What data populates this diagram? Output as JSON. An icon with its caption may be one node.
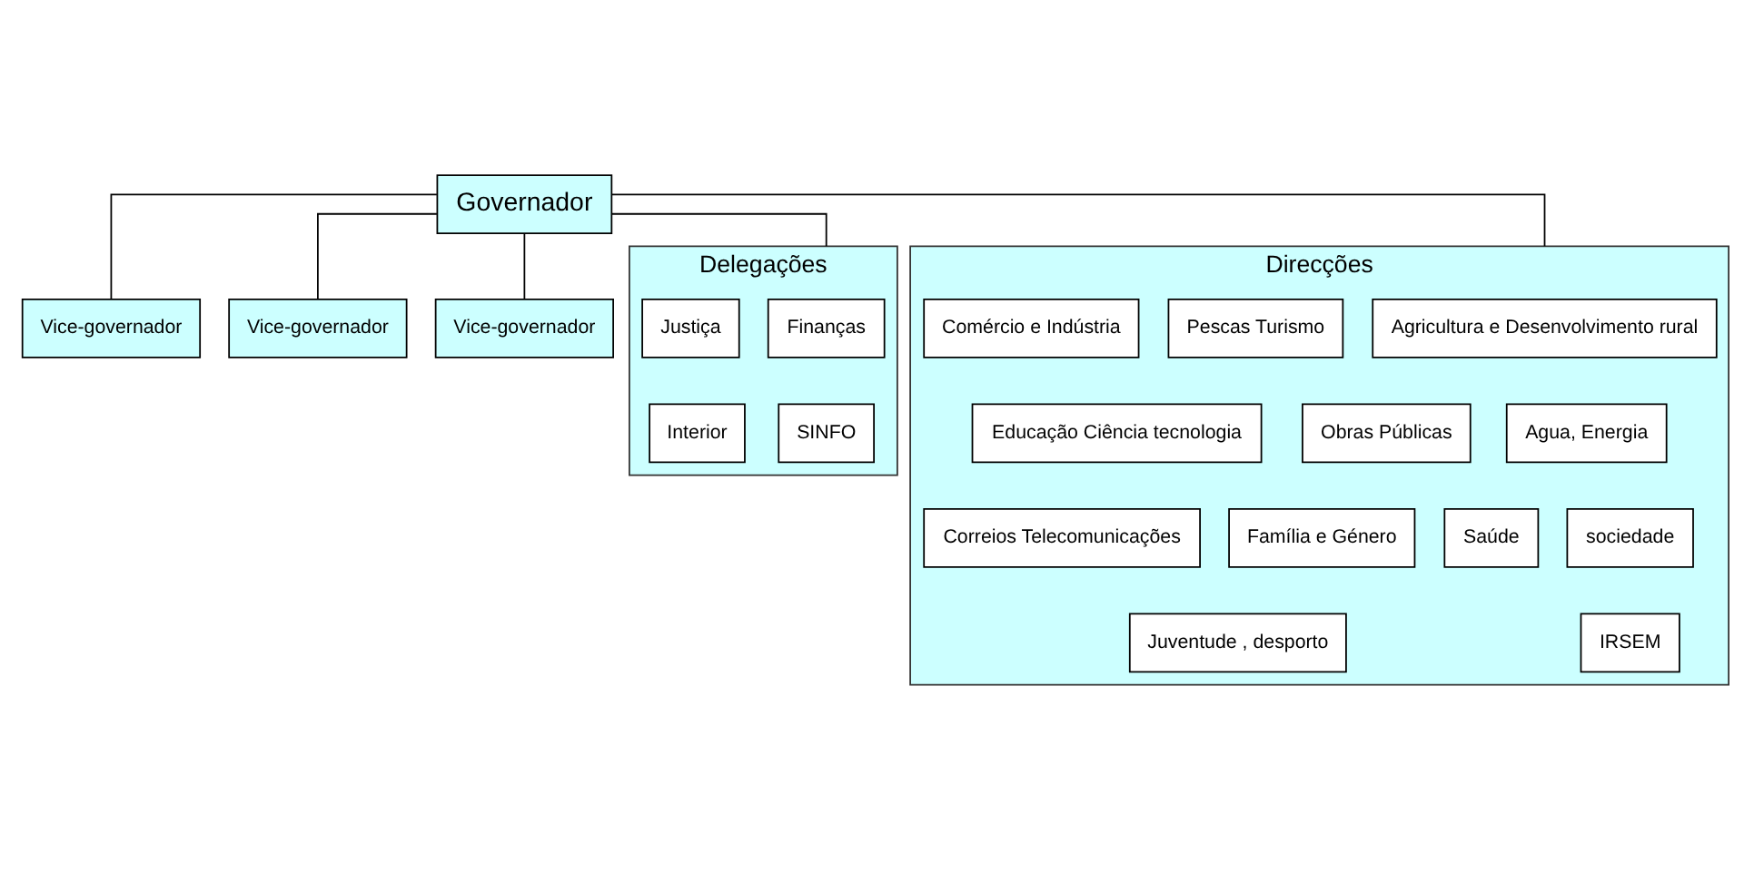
{
  "diagram": {
    "nodes": [
      {
        "text": [
          "Governador"
        ]
      },
      {
        "text": [
          "Vice-governador"
        ]
      },
      {
        "text": [
          "Vice-governador"
        ]
      },
      {
        "text": [
          "Vice-governador"
        ]
      },
      {
        "text": [
          "Delegações"
        ]
      },
      {
        "text": [
          "Finanças"
        ],
        "in": 4
      },
      {
        "text": [
          "Justiça"
        ],
        "in": 4
      },
      {
        "text": [
          "SINFO"
        ],
        "in": 4
      },
      {
        "text": [
          "Interior"
        ],
        "in": 4
      },
      {
        "text": [
          "Direcções"
        ]
      },
      {
        "text": [
          "Agricultura e Desenvolvimento rural"
        ],
        "in": 9
      },
      {
        "text": [
          "Pescas Turismo"
        ],
        "in": 9
      },
      {
        "text": [
          "Comércio e Indústria"
        ],
        "in": 9
      },
      {
        "text": [
          "Agua, Energia"
        ],
        "in": 9
      },
      {
        "text": [
          "Obras Públicas"
        ],
        "in": 9
      },
      {
        "text": [
          "Educação Ciência tecnologia"
        ],
        "in": 9
      },
      {
        "text": [
          "sociedade"
        ],
        "in": 9
      },
      {
        "text": [
          "Saúde"
        ],
        "in": 9
      },
      {
        "text": [
          "Família e Género"
        ],
        "in": 9
      },
      {
        "text": [
          "Correios Telecomunicações"
        ],
        "in": 9
      },
      {
        "text": [
          "IRSEM"
        ],
        "in": 9
      },
      {
        "text": [
          "Juventude , desporto"
        ],
        "in": 9
      }
    ],
    "edges": [
      {
        "from": 0,
        "to": 1,
        "arrow": "none"
      },
      {
        "from": 0,
        "to": 2,
        "arrow": "none"
      },
      {
        "from": 0,
        "to": 3,
        "arrow": "none"
      },
      {
        "from": 0,
        "to": 4,
        "arrow": "none"
      },
      {
        "from": 0,
        "to": 9,
        "arrow": "none"
      }
    ]
  }
}
